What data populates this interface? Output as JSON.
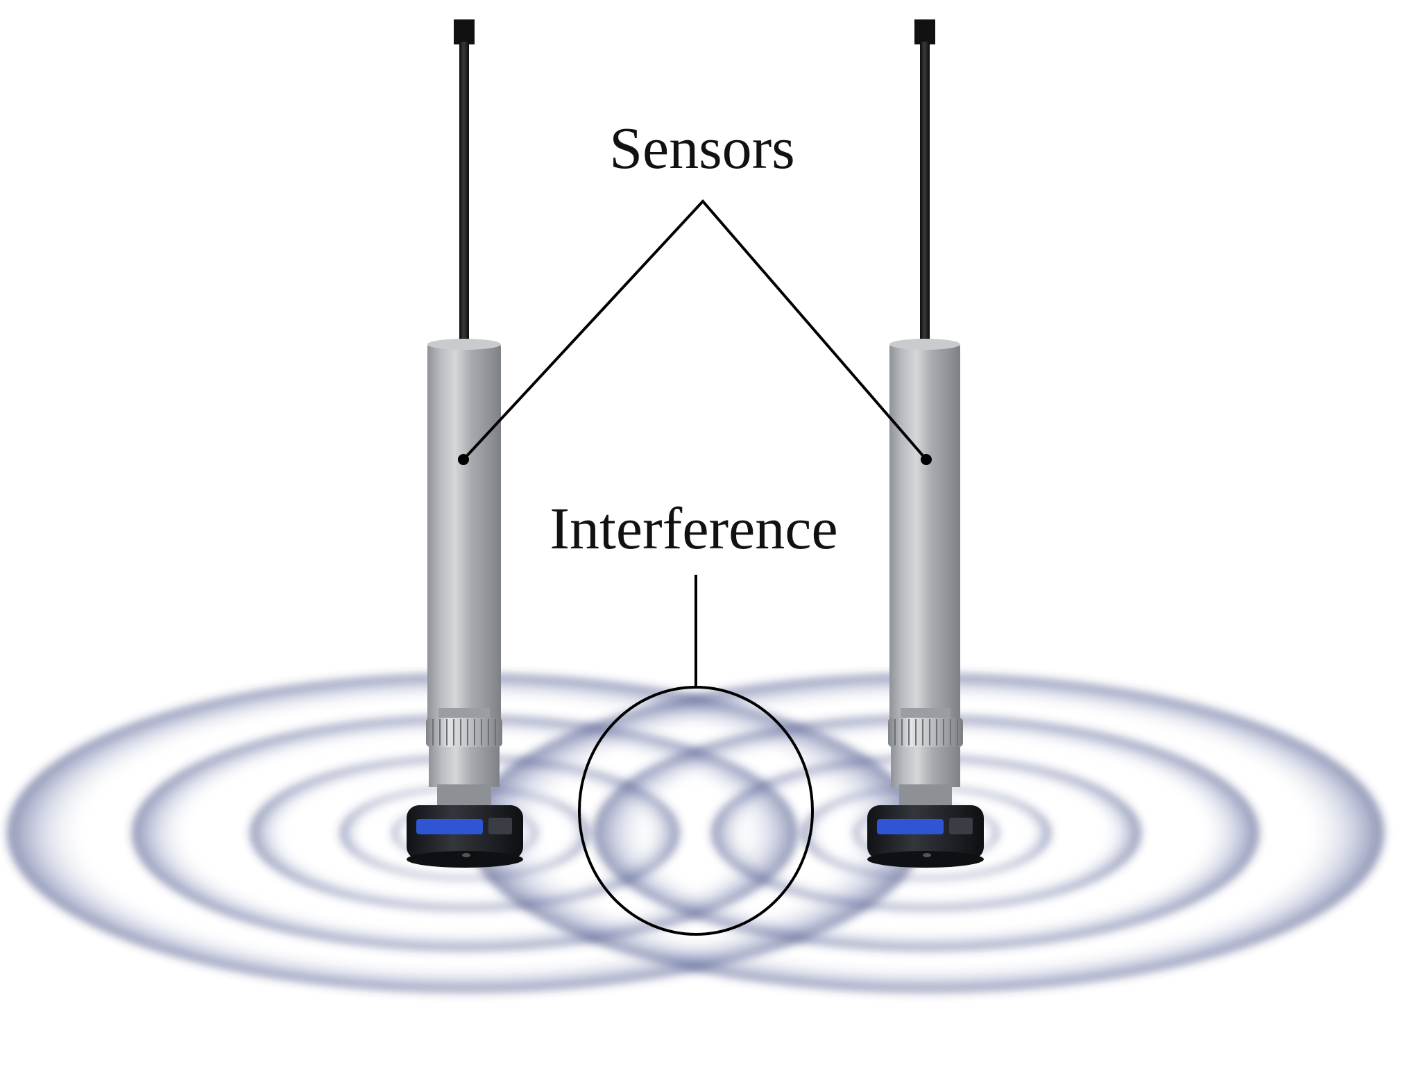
{
  "labels": {
    "sensors": "Sensors",
    "interference": "Interference"
  },
  "colors": {
    "background": "#ffffff",
    "wave_ring": "#33407a",
    "sensor_body": "#a6a9ae",
    "cable": "#1a1a1a",
    "connector_nut": "#c8cacd",
    "sensor_base": "#1b1d22",
    "sensor_accent": "#2f55d4",
    "callout_line": "#000000"
  },
  "sensors": [
    {
      "name": "left-sensor"
    },
    {
      "name": "right-sensor"
    }
  ]
}
